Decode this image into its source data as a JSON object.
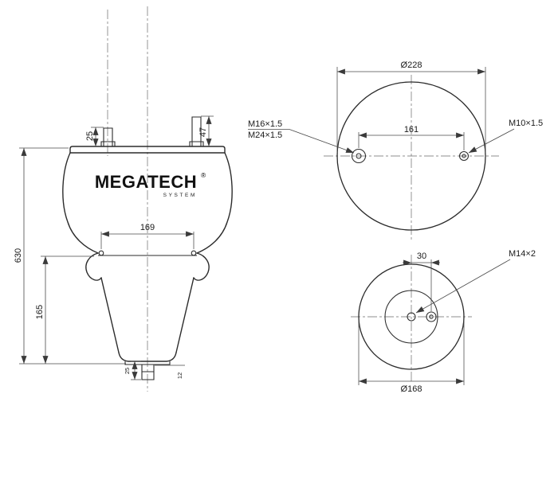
{
  "brand": {
    "name": "MEGATECH",
    "registered": "®",
    "subtitle": "SYSTEM"
  },
  "side_view": {
    "dim_overall_height": "630",
    "dim_lower_height": "165",
    "dim_piston_width": "169",
    "dim_left_stud": "25",
    "dim_right_stud": "47",
    "dim_bottom_stud_length": "25",
    "dim_bottom_stud_width": "12"
  },
  "top_view": {
    "dim_diameter": "Ø228",
    "dim_stud_spacing": "161",
    "label_combo_stud_line1": "M16×1.5",
    "label_combo_stud_line2": "M24×1.5",
    "label_small_stud": "M10×1.5"
  },
  "bottom_view": {
    "dim_diameter": "Ø168",
    "dim_hole_offset": "30",
    "label_center_stud": "M14×2"
  }
}
